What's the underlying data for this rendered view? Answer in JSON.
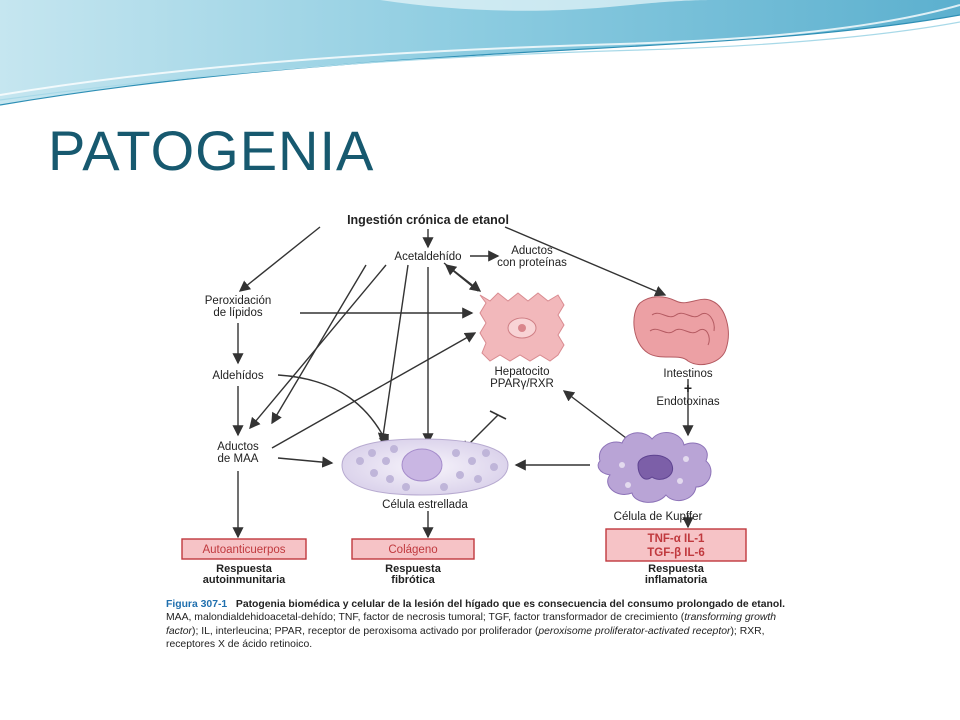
{
  "slide": {
    "title": "PATOGENIA"
  },
  "diagram": {
    "nodes": {
      "ingestion": "Ingestión crónica de etanol",
      "acetaldehido": "Acetaldehído",
      "aductos_proteinas_1": "Aductos",
      "aductos_proteinas_2": "con proteínas",
      "peroxidacion_1": "Peroxidación",
      "peroxidacion_2": "de lípidos",
      "aldehidos": "Aldehídos",
      "aductos_maa_1": "Aductos",
      "aductos_maa_2": "de MAA",
      "hepatocito_1": "Hepatocito",
      "hepatocito_2": "PPARγ/RXR",
      "intestinos": "Intestinos",
      "plus": "+",
      "endotoxinas": "Endotoxinas",
      "celula_estrellada": "Célula estrellada",
      "celula_kupffer": "Célula de Kupffer"
    },
    "boxes": {
      "autoanticuerpos": "Autoanticuerpos",
      "colageno": "Colágeno",
      "citocinas_1": "TNF-α IL-1",
      "citocinas_2": "TGF-β IL-6"
    },
    "respuestas": {
      "auto_1": "Respuesta",
      "auto_2": "autoinmunitaria",
      "fib_1": "Respuesta",
      "fib_2": "fibrótica",
      "inf_1": "Respuesta",
      "inf_2": "inflamatoria"
    },
    "colors": {
      "box_fill": "#f6c3c6",
      "box_stroke": "#c0393e",
      "hepatocyte": "#f2b8bb",
      "stellate": "#e9e4f3",
      "kupffer": "#b9a4d6",
      "intestine": "#eca0a4"
    }
  },
  "caption": {
    "label": "Figura 307-1",
    "bold_text": "Patogenia biomédica y celular de la lesión del hígado que es consecuencia del consumo prolongado de etanol.",
    "text_a": " MAA, malondialdehidoacetal-dehído; TNF, factor de necrosis tumoral; TGF, factor transformador de crecimiento (",
    "italic_a": "transforming growth factor",
    "text_b": "); IL, interleucina; PPAR, receptor de peroxisoma activado por proliferador (",
    "italic_b": "peroxisome proliferator-activated receptor",
    "text_c": "); RXR, receptores X de ácido retinoico."
  }
}
